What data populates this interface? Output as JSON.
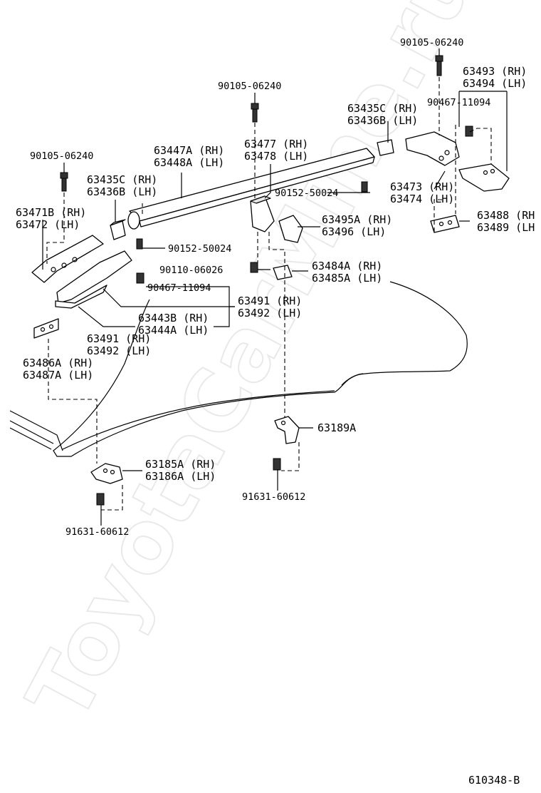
{
  "watermark": "ToyotaCarMine.ru",
  "document_number": "610348-B",
  "labels": {
    "bolt_top_right": "90105-06240",
    "p63493": "63493 (RH)",
    "p63494": "63494 (LH)",
    "clip_right": "90467-11094",
    "bolt_top_center": "90105-06240",
    "p63435c_right": "63435C (RH)",
    "p63436b_right": "63436B (LH)",
    "p63477": "63477 (RH)",
    "p63478": "63478 (LH)",
    "p63447a": "63447A (RH)",
    "p63448a": "63448A (LH)",
    "bolt_top_left": "90105-06240",
    "p63435c_left": "63435C (RH)",
    "p63436b_left": "63436B (LH)",
    "screw_center": "90152-50024",
    "p63473": "63473 (RH)",
    "p63474": "63474 (LH)",
    "p63471b": "63471B (RH)",
    "p63472": "63472  (LH)",
    "p63495a": "63495A (RH)",
    "p63496": "63496  (LH)",
    "p63488": "63488 (RH",
    "p63489": "63489 (LH",
    "screw_left": "90152-50024",
    "bolt_center": "90110-06026",
    "p63484a": "63484A (RH)",
    "p63485a": "63485A (LH)",
    "clip_left": "90467-11094",
    "p63491_a": "63491 (RH)",
    "p63492_a": "63492 (LH)",
    "p63443b": "63443B (RH)",
    "p63444a": "63444A (LH)",
    "p63491_b": "63491 (RH)",
    "p63492_b": "63492 (LH)",
    "p63486a": "63486A (RH)",
    "p63487a": "63487A (LH)",
    "p63189a": "63189A",
    "p63185a": "63185A (RH)",
    "p63186a": "63186A (LH)",
    "bolt_bottom_center": "91631-60612",
    "bolt_bottom_left": "91631-60612"
  }
}
